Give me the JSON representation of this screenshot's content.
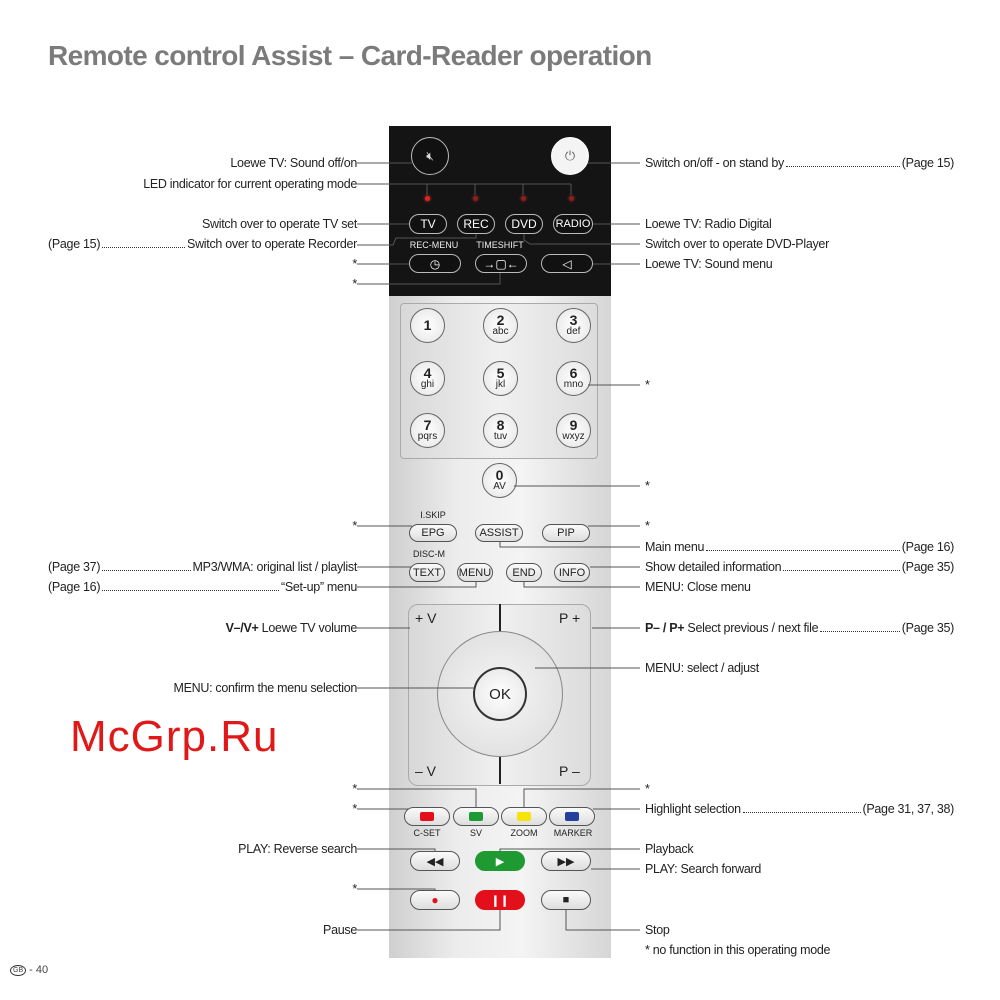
{
  "title": "Remote control Assist – Card-Reader operation",
  "watermark": "McGrp.Ru",
  "footer": {
    "badge": "GB",
    "page": "- 40"
  },
  "left_labels": {
    "sound_off_on": "Loewe TV: Sound off/on",
    "led": "LED indicator for current operating mode",
    "tv": "Switch over to operate TV set",
    "recorder_page": "(Page 15)",
    "recorder": "Switch over to operate Recorder",
    "star": "*",
    "mp3_page": "(Page 37)",
    "mp3": "MP3/WMA: original list / playlist",
    "setup_page": "(Page 16)",
    "setup": "“Set-up” menu",
    "volume_bold": "V–/V+",
    "volume": " Loewe TV volume",
    "ok": "MENU: confirm the menu selection",
    "reverse": "PLAY: Reverse search",
    "pause": "Pause"
  },
  "right_labels": {
    "power": "Switch on/off - on stand by",
    "power_page": "(Page 15)",
    "radio": "Loewe TV: Radio Digital",
    "dvd": "Switch over to operate DVD-Player",
    "sound_menu": "Loewe TV: Sound menu",
    "star": "*",
    "main_menu": "Main menu",
    "main_menu_page": "(Page 16)",
    "info": "Show detailed information",
    "info_page": "(Page 35)",
    "close_menu": "MENU: Close menu",
    "p_bold": "P– / P+",
    "p": " Select previous / next file",
    "p_page": "(Page 35)",
    "select": "MENU: select / adjust",
    "highlight": "Highlight selection",
    "highlight_page": "(Page 31, 37, 38)",
    "playback": "Playback",
    "forward": "PLAY: Search forward",
    "stop": "Stop",
    "note": "* no function in this operating mode"
  },
  "remote": {
    "modes": [
      "TV",
      "REC",
      "DVD",
      "RADIO"
    ],
    "rec_menu": "REC-MENU",
    "timeshift": "TIMESHIFT",
    "keys": [
      {
        "n": "1",
        "s": ""
      },
      {
        "n": "2",
        "s": "abc"
      },
      {
        "n": "3",
        "s": "def"
      },
      {
        "n": "4",
        "s": "ghi"
      },
      {
        "n": "5",
        "s": "jkl"
      },
      {
        "n": "6",
        "s": "mno"
      },
      {
        "n": "7",
        "s": "pqrs"
      },
      {
        "n": "8",
        "s": "tuv"
      },
      {
        "n": "9",
        "s": "wxyz"
      }
    ],
    "zero": {
      "n": "0",
      "s": "AV"
    },
    "iskip": "I.SKIP",
    "row1": [
      "EPG",
      "ASSIST",
      "PIP"
    ],
    "discm": "DISC-M",
    "row2": [
      "TEXT",
      "MENU",
      "END",
      "INFO"
    ],
    "vol_plus": "+ V",
    "vol_minus": "– V",
    "prog_plus": "P +",
    "prog_minus": "P –",
    "ok": "OK",
    "color_labels": [
      "C-SET",
      "SV",
      "ZOOM",
      "MARKER"
    ],
    "colors": {
      "red": "#e3101b",
      "green": "#1f9a32",
      "yellow": "#f5e30a",
      "blue": "#243f9c"
    }
  }
}
